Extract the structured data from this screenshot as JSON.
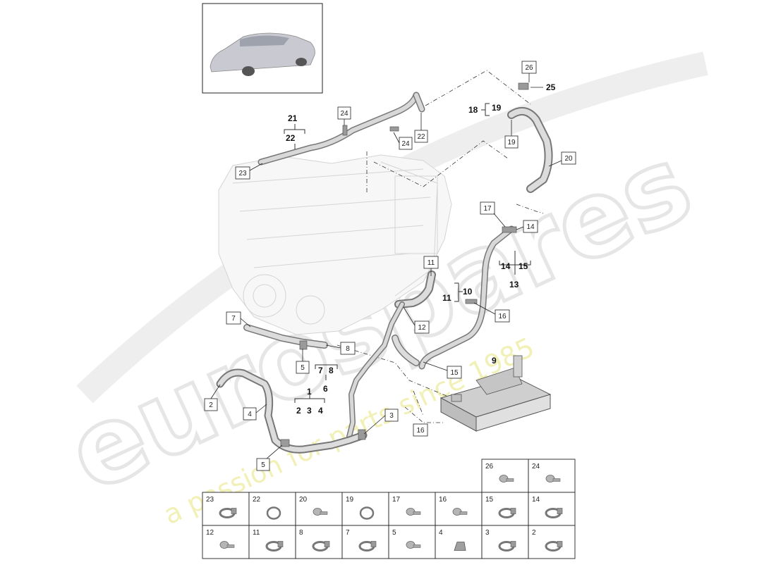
{
  "callouts": [
    "26",
    "25",
    "18",
    "19",
    "21",
    "22",
    "24",
    "24",
    "22",
    "19",
    "20",
    "23",
    "17",
    "14",
    "14",
    "15",
    "13",
    "11",
    "11",
    "10",
    "16",
    "7",
    "12",
    "8",
    "5",
    "7",
    "8",
    "6",
    "15",
    "9",
    "2",
    "4",
    "1",
    "2",
    "3",
    "4",
    "3",
    "16",
    "5"
  ],
  "watermark": {
    "brand": "eurospares",
    "tagline": "a passion for parts since 1985"
  },
  "parts_table": {
    "top_row": [
      "26",
      "24"
    ],
    "row1": [
      "23",
      "22",
      "20",
      "19",
      "17",
      "16",
      "15",
      "14"
    ],
    "row2": [
      "12",
      "11",
      "8",
      "7",
      "5",
      "4",
      "3",
      "2"
    ]
  }
}
